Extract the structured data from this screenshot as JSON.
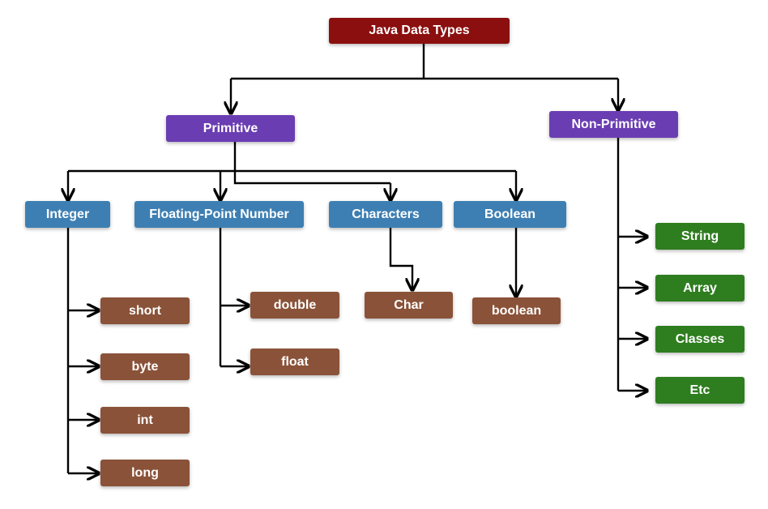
{
  "root": {
    "label": "Java Data Types"
  },
  "categories": {
    "primitive": "Primitive",
    "non_primitive": "Non-Primitive"
  },
  "primitive_groups": {
    "integer": "Integer",
    "floating": "Floating-Point Number",
    "characters": "Characters",
    "boolean": "Boolean"
  },
  "integer_types": [
    "short",
    "byte",
    "int",
    "long"
  ],
  "floating_types": [
    "double",
    "float"
  ],
  "character_types": [
    "Char"
  ],
  "boolean_types": [
    "boolean"
  ],
  "non_primitive_types": [
    "String",
    "Array",
    "Classes",
    "Etc"
  ],
  "colors": {
    "root": "#8b0f0f",
    "category": "#6a3db3",
    "group": "#3d7fb3",
    "primitive_leaf": "#8a5238",
    "non_primitive_leaf": "#2e7d1f",
    "connector": "#000000"
  }
}
